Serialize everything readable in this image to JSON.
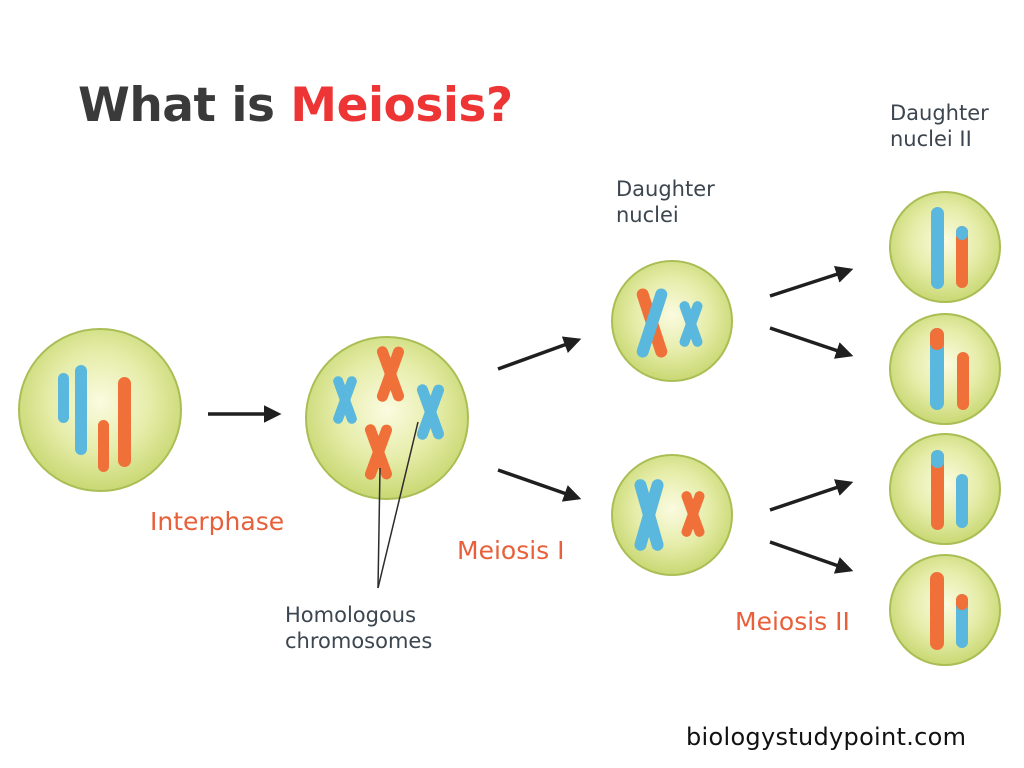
{
  "title": {
    "prefix": "What is ",
    "highlight": "Meiosis?"
  },
  "labels": {
    "interphase": "Interphase",
    "meiosis_1": "Meiosis I",
    "meiosis_2": "Meiosis II",
    "daughter_nuclei_line1": "Daughter",
    "daughter_nuclei_line2": "nuclei",
    "daughter_nuclei_2_line1": "Daughter",
    "daughter_nuclei_2_line2": "nuclei II",
    "homologous_line1": "Homologous",
    "homologous_line2": "chromosomes"
  },
  "website": "biologystudypoint.com",
  "colors": {
    "title_text": "#3a3a3a",
    "title_accent": "#ee3535",
    "stage_label": "#e85f3a",
    "note_label": "#3c4650",
    "cell_fill": "#d9e48c",
    "cell_edge": "#9ab04a",
    "chromosome_blue": "#5ab7dd",
    "chromosome_orange": "#f0703a",
    "arrow": "#1f1f1f"
  }
}
